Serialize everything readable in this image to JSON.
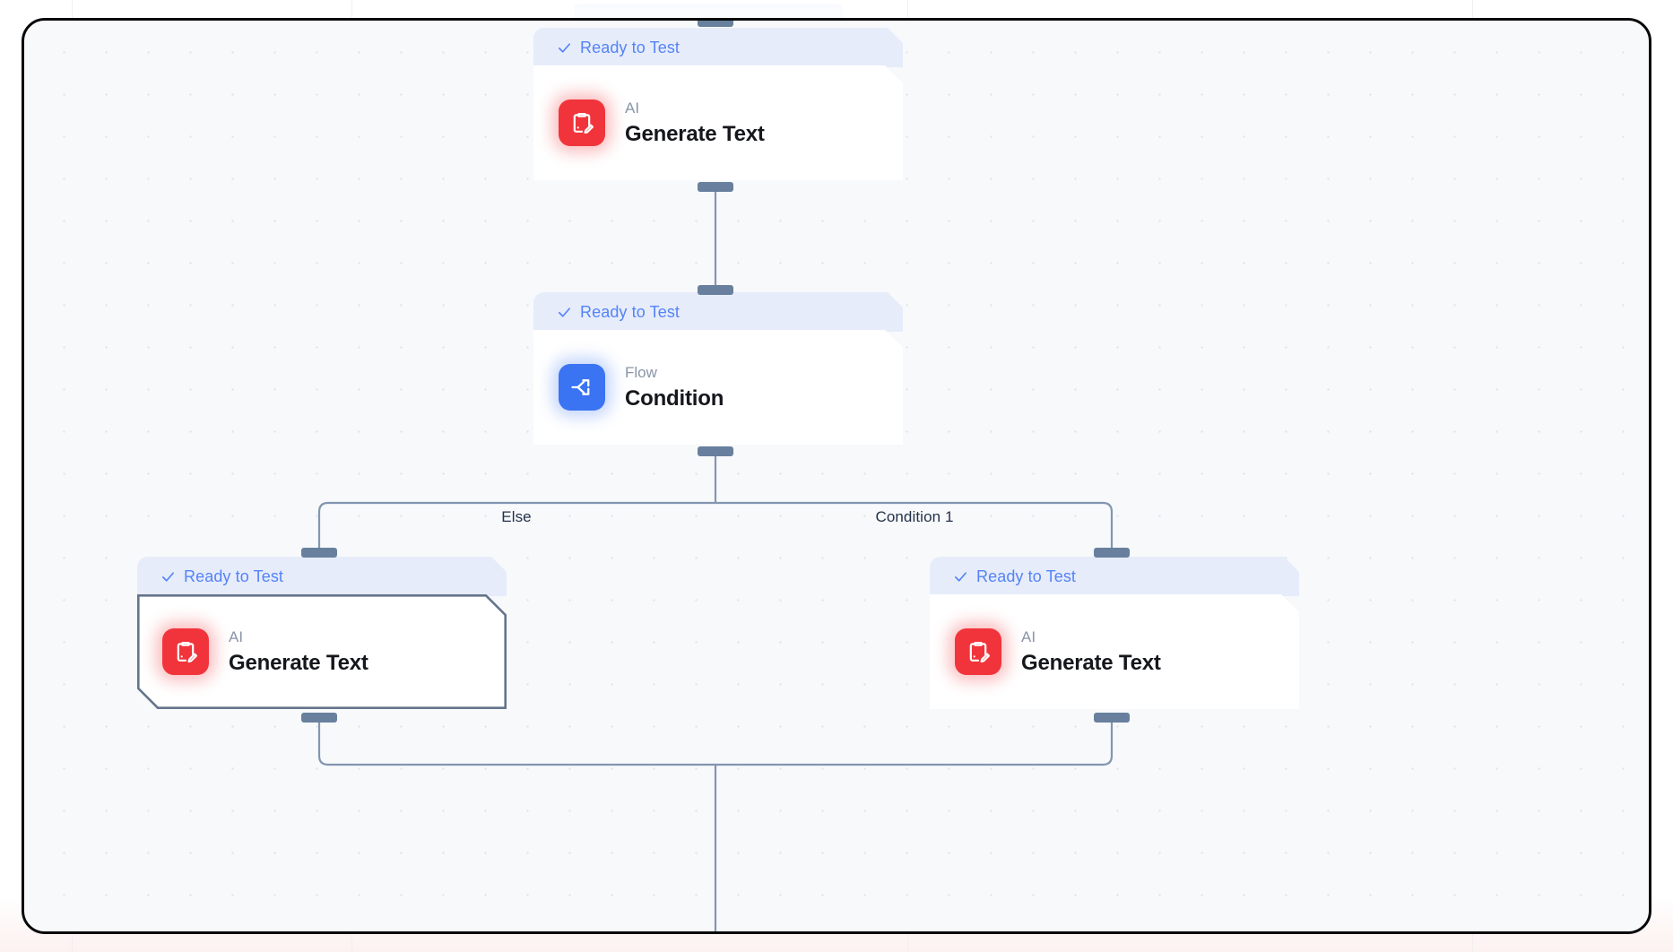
{
  "canvas": {
    "background_color": "#f8f9fb",
    "frame_border_color": "#09090b",
    "grid_dot_color": "#d4d7e0",
    "edge_color": "#8296b1"
  },
  "status_badge": {
    "label": "Ready to Test",
    "icon": "check-icon",
    "text_color": "#5583f7",
    "background_color": "#e6ecfa"
  },
  "nodes": [
    {
      "id": "generate-text-top",
      "status": "Ready to Test",
      "kind": "AI",
      "title": "Generate Text",
      "icon": "clipboard-pencil-icon",
      "icon_color": "#f1343b",
      "selected": false
    },
    {
      "id": "condition",
      "status": "Ready to Test",
      "kind": "Flow",
      "title": "Condition",
      "icon": "branch-split-icon",
      "icon_color": "#3b74f2",
      "selected": false
    },
    {
      "id": "generate-text-else",
      "status": "Ready to Test",
      "kind": "AI",
      "title": "Generate Text",
      "icon": "clipboard-pencil-icon",
      "icon_color": "#f1343b",
      "selected": true
    },
    {
      "id": "generate-text-condition-1",
      "status": "Ready to Test",
      "kind": "AI",
      "title": "Generate Text",
      "icon": "clipboard-pencil-icon",
      "icon_color": "#f1343b",
      "selected": false
    }
  ],
  "edge_labels": {
    "else": "Else",
    "condition_1": "Condition 1"
  }
}
